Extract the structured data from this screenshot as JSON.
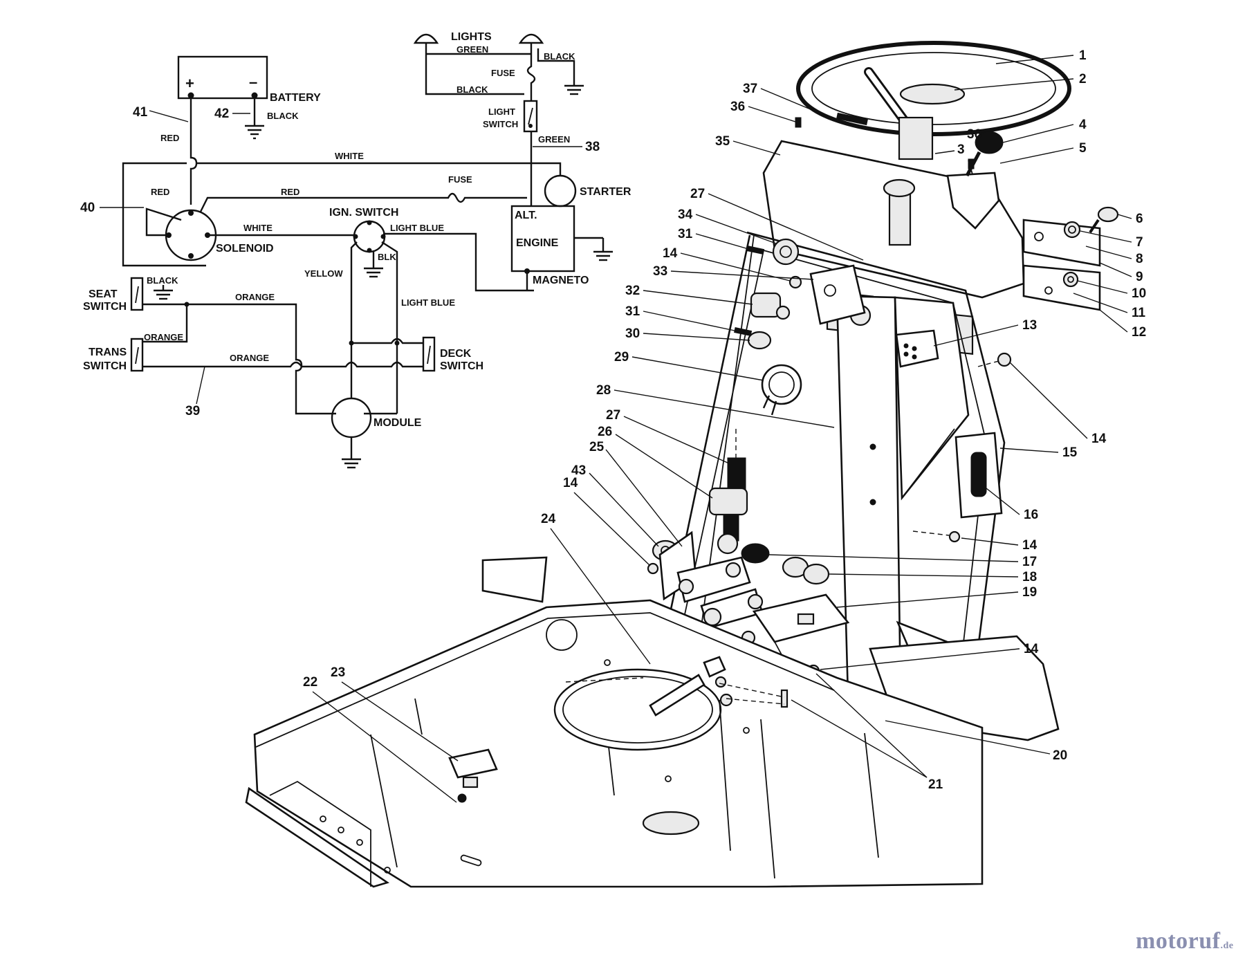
{
  "wiring": {
    "components": {
      "battery": "BATTERY",
      "battery_plus": "+",
      "battery_minus": "–",
      "solenoid": "SOLENOID",
      "ign_switch": "IGN. SWITCH",
      "starter": "STARTER",
      "alt": "ALT.",
      "engine": "ENGINE",
      "magneto": "MAGNETO",
      "lights": "LIGHTS",
      "fuse_top": "FUSE",
      "fuse_mid": "FUSE",
      "light_switch_1": "LIGHT",
      "light_switch_2": "SWITCH",
      "seat_switch_1": "SEAT",
      "seat_switch_2": "SWITCH",
      "trans_switch_1": "TRANS",
      "trans_switch_2": "SWITCH",
      "deck_switch_1": "DECK",
      "deck_switch_2": "SWITCH",
      "module": "MODULE"
    },
    "wires": {
      "red_a": "RED",
      "red_b": "RED",
      "red_c": "RED",
      "white_a": "WHITE",
      "white_b": "WHITE",
      "black_battery": "BLACK",
      "black_seat": "BLACK",
      "black_lights": "BLACK",
      "black_lights_right": "BLACK",
      "green_lights": "GREEN",
      "green_switch": "GREEN",
      "blk_ign": "BLK",
      "light_blue_a": "LIGHT BLUE",
      "light_blue_b": "LIGHT BLUE",
      "yellow": "YELLOW",
      "orange_a": "ORANGE",
      "orange_b": "ORANGE",
      "orange_c": "ORANGE"
    },
    "callouts": {
      "c38": "38",
      "c39": "39",
      "c40": "40",
      "c41": "41",
      "c42": "42"
    }
  },
  "parts": {
    "p1": "1",
    "p2": "2",
    "p3": "3",
    "p4": "4",
    "p5": "5",
    "p6": "6",
    "p7": "7",
    "p8": "8",
    "p9": "9",
    "p10": "10",
    "p11": "11",
    "p12": "12",
    "p13": "13",
    "p14a": "14",
    "p14b": "14",
    "p14c": "14",
    "p14d": "14",
    "p14e": "14",
    "p15": "15",
    "p16": "16",
    "p17": "17",
    "p18": "18",
    "p19": "19",
    "p20": "20",
    "p21": "21",
    "p22": "22",
    "p23": "23",
    "p24": "24",
    "p25": "25",
    "p26": "26",
    "p27a": "27",
    "p27b": "27",
    "p28": "28",
    "p29": "29",
    "p30": "30",
    "p31a": "31",
    "p31b": "31",
    "p32": "32",
    "p33": "33",
    "p34": "34",
    "p35": "35",
    "p36a": "36",
    "p36b": "36",
    "p37": "37",
    "p43": "43"
  },
  "watermark": {
    "name": "motoruf",
    "tld": ".de"
  }
}
